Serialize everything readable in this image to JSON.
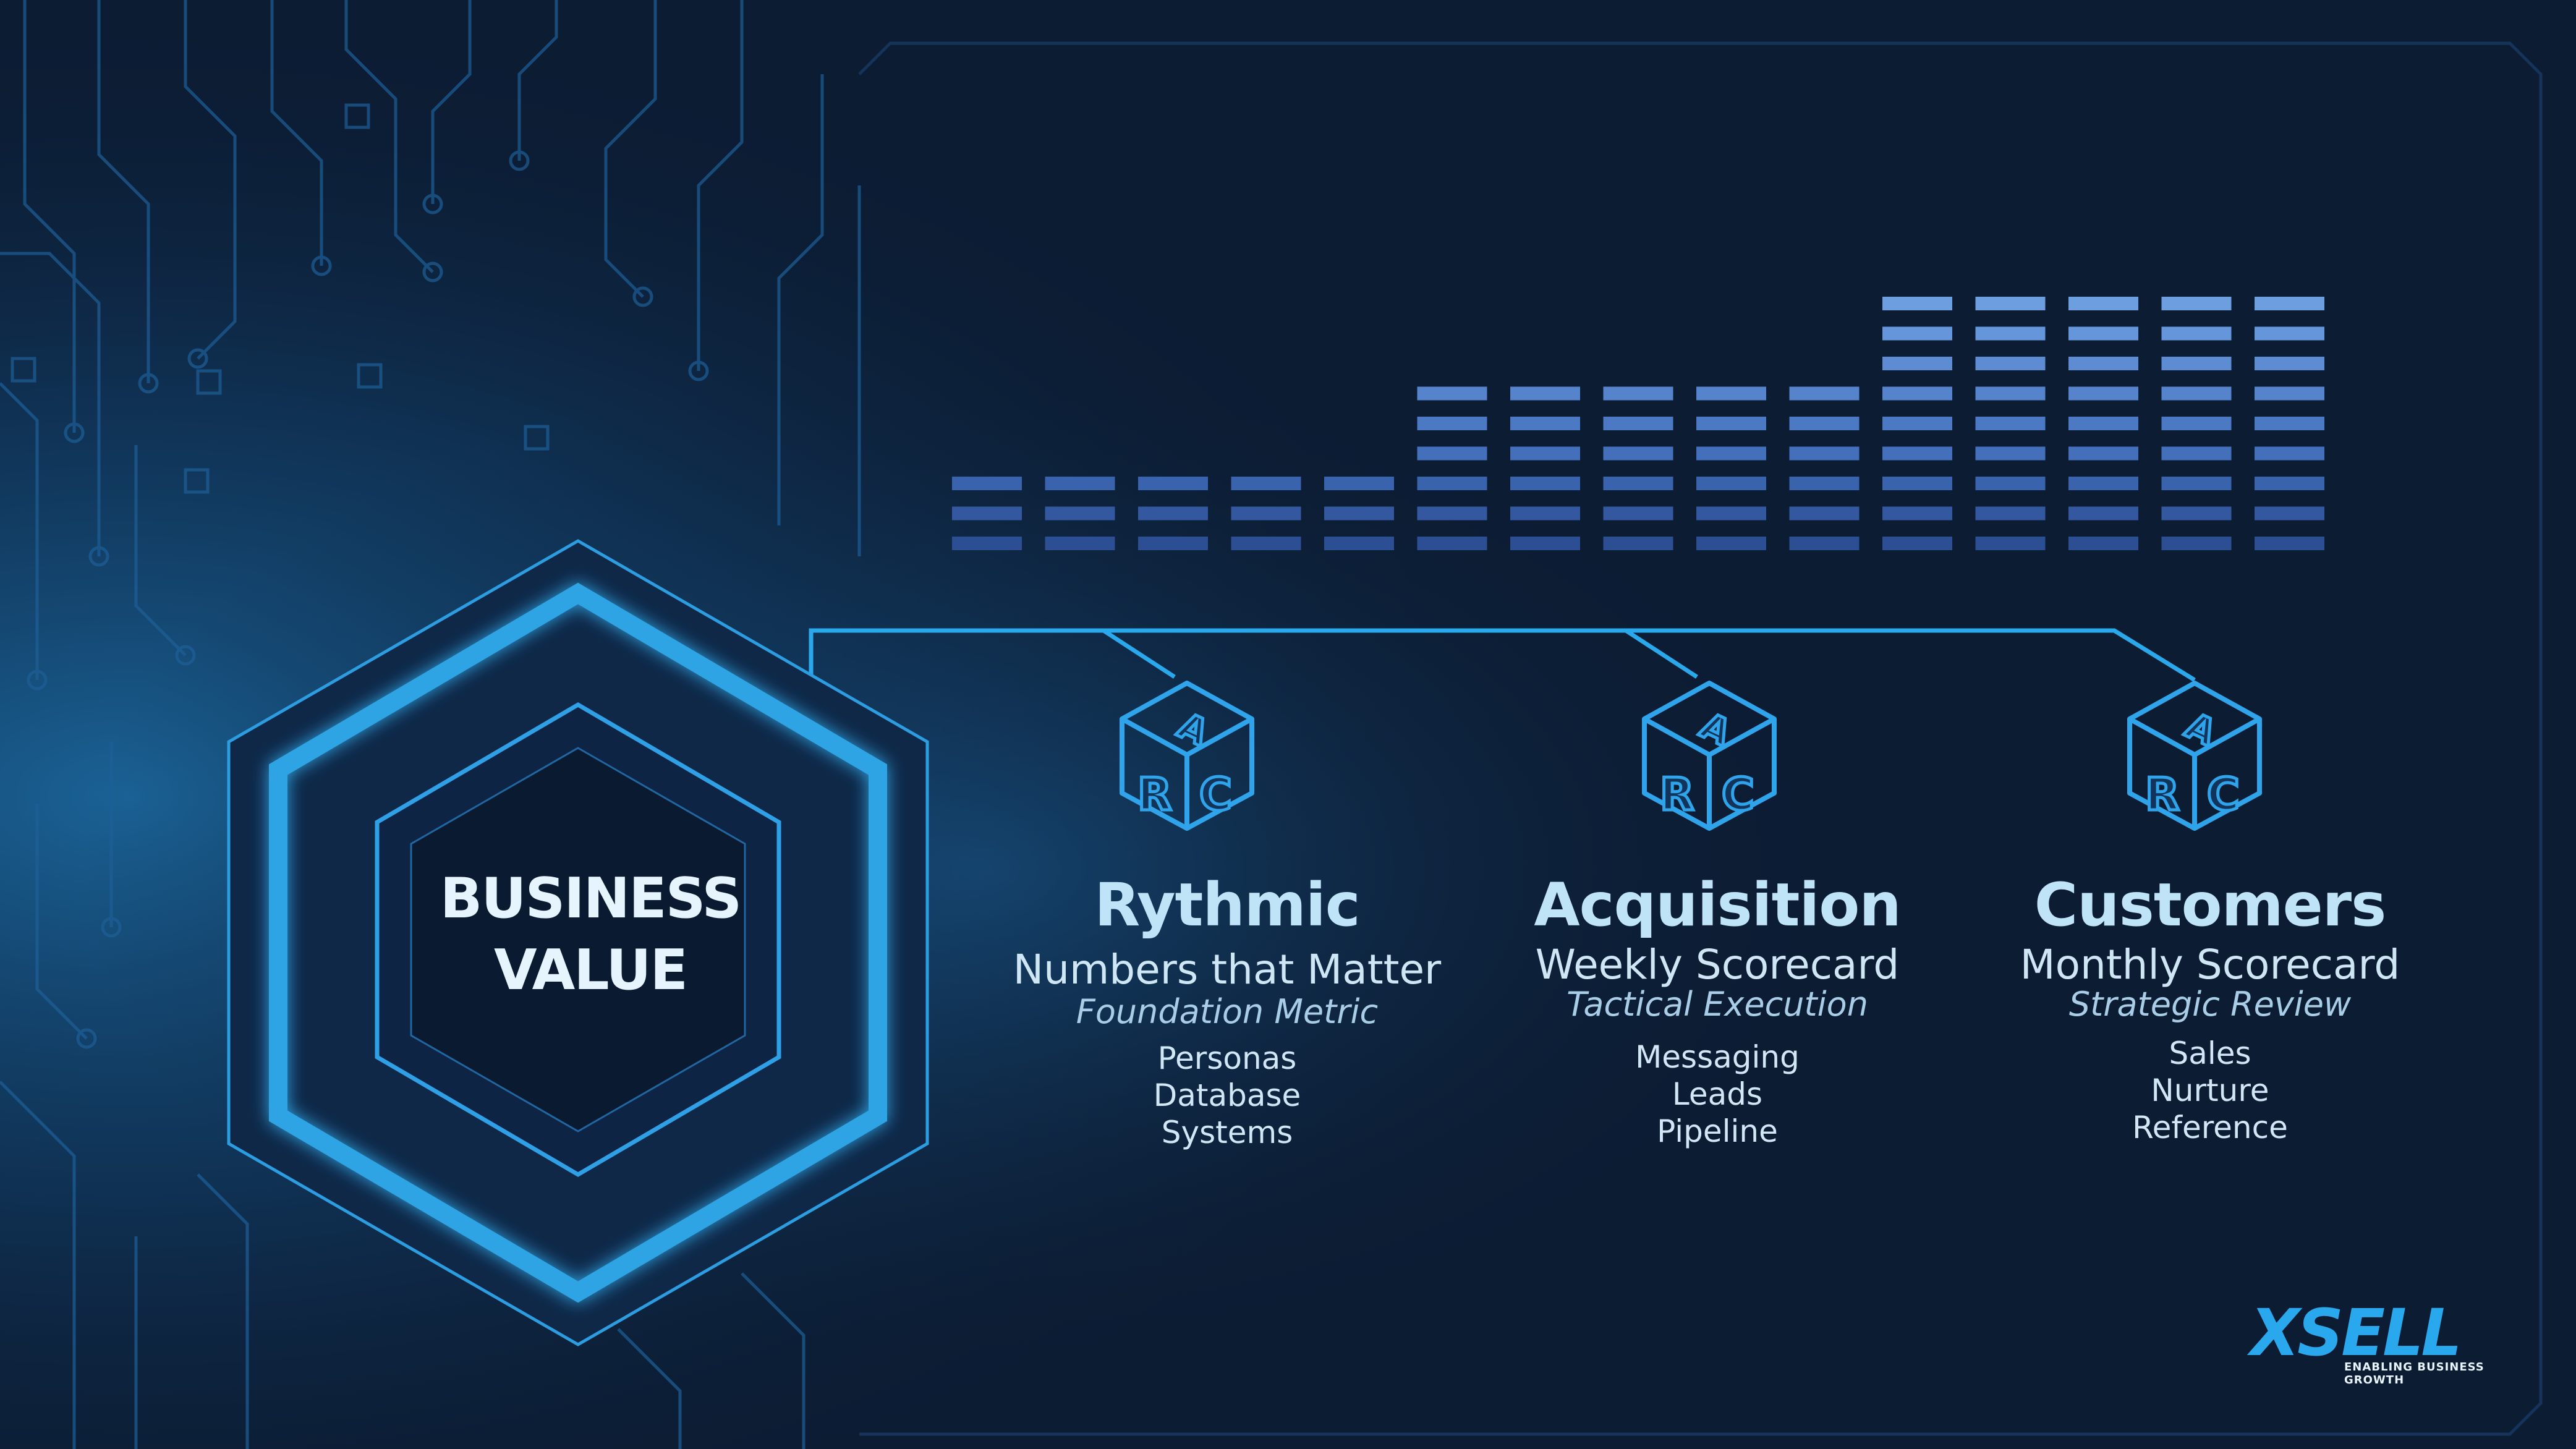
{
  "hexagon": {
    "line1": "BUSINESS",
    "line2": "VALUE"
  },
  "columns": [
    {
      "title": "Rythmic",
      "subtitle": "Numbers that Matter",
      "tagline": "Foundation Metric",
      "items": [
        "Personas",
        "Database",
        "Systems"
      ],
      "cube_icon": "arc-cube-icon"
    },
    {
      "title": "Acquisition",
      "subtitle": "Weekly Scorecard",
      "tagline": "Tactical Execution",
      "items": [
        "Messaging",
        "Leads",
        "Pipeline"
      ],
      "cube_icon": "arc-cube-icon"
    },
    {
      "title": "Customers",
      "subtitle": "Monthly Scorecard",
      "tagline": "Strategic Review",
      "items": [
        "Sales",
        "Nurture",
        "Reference"
      ],
      "cube_icon": "arc-cube-icon"
    }
  ],
  "bar_meter": {
    "levels": [
      3,
      3,
      3,
      3,
      3,
      6,
      6,
      6,
      6,
      6,
      9,
      9,
      9,
      9,
      9
    ]
  },
  "logo": {
    "word": "XSELL",
    "tagline": "ENABLING BUSINESS GROWTH"
  },
  "colors": {
    "background": "#0c1c33",
    "accent": "#29a9ec",
    "bar": "#3a66b4",
    "title": "#bfe3f7"
  }
}
